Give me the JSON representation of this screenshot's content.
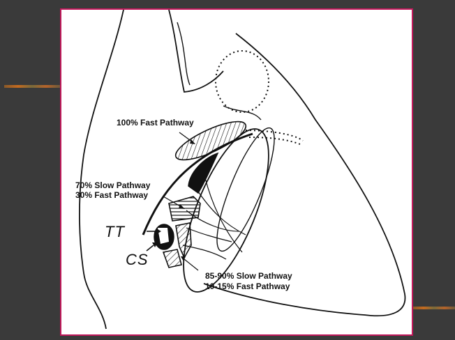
{
  "labels": {
    "fast_100": "100% Fast Pathway",
    "slow_70": "70% Slow Pathway",
    "fast_30": "30% Fast Pathway",
    "slow_85_90": "85-90% Slow Pathway",
    "fast_10_15": "10-15% Fast Pathway",
    "tt": "TT",
    "cs": "CS"
  },
  "colors": {
    "slide_border": "#c2185b",
    "background": "#3a3a3a"
  }
}
